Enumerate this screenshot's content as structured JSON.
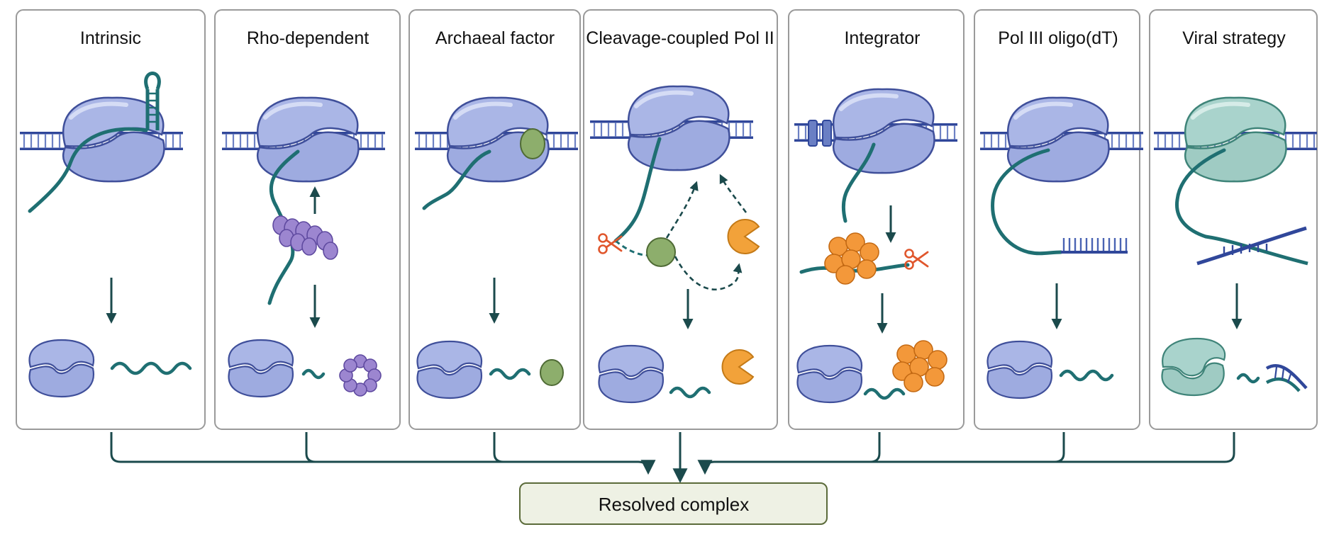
{
  "diagram": {
    "panels": [
      {
        "id": "intrinsic",
        "title": "Intrinsic"
      },
      {
        "id": "rho",
        "title": "Rho-dependent"
      },
      {
        "id": "archaeal",
        "title": "Archaeal factor"
      },
      {
        "id": "cleavage",
        "title": "Cleavage-coupled Pol II"
      },
      {
        "id": "integrator",
        "title": "Integrator"
      },
      {
        "id": "pol3",
        "title": "Pol III oligo(dT)"
      },
      {
        "id": "viral",
        "title": "Viral strategy"
      }
    ],
    "result": {
      "label": "Resolved complex"
    }
  },
  "colors": {
    "panel_border": "#9a9a9a",
    "polymerase": "#aab6e6",
    "polymerase_stroke": "#3f4f9a",
    "viral_polymerase": "#a9d3cc",
    "viral_polymerase_stroke": "#3f8479",
    "dna": "#30479a",
    "rna": "#1f6f72",
    "arrow": "#1b4a4c",
    "rho": "#9c86d0",
    "archaeal_factor": "#8dae6c",
    "exonuclease": "#f2a23a",
    "integrator": "#f3983a",
    "scissors": "#e0562c",
    "result_fill": "#eef1e4",
    "result_stroke": "#5b6b3a"
  },
  "icons": [
    "rna-polymerase-icon",
    "dna-duplex-icon",
    "rna-hairpin-icon",
    "rho-hexamer-icon",
    "archaeal-factor-icon",
    "exonuclease-icon",
    "scissors-icon",
    "integrator-complex-icon",
    "oligo-dt-icon",
    "viral-rna-structure-icon"
  ]
}
